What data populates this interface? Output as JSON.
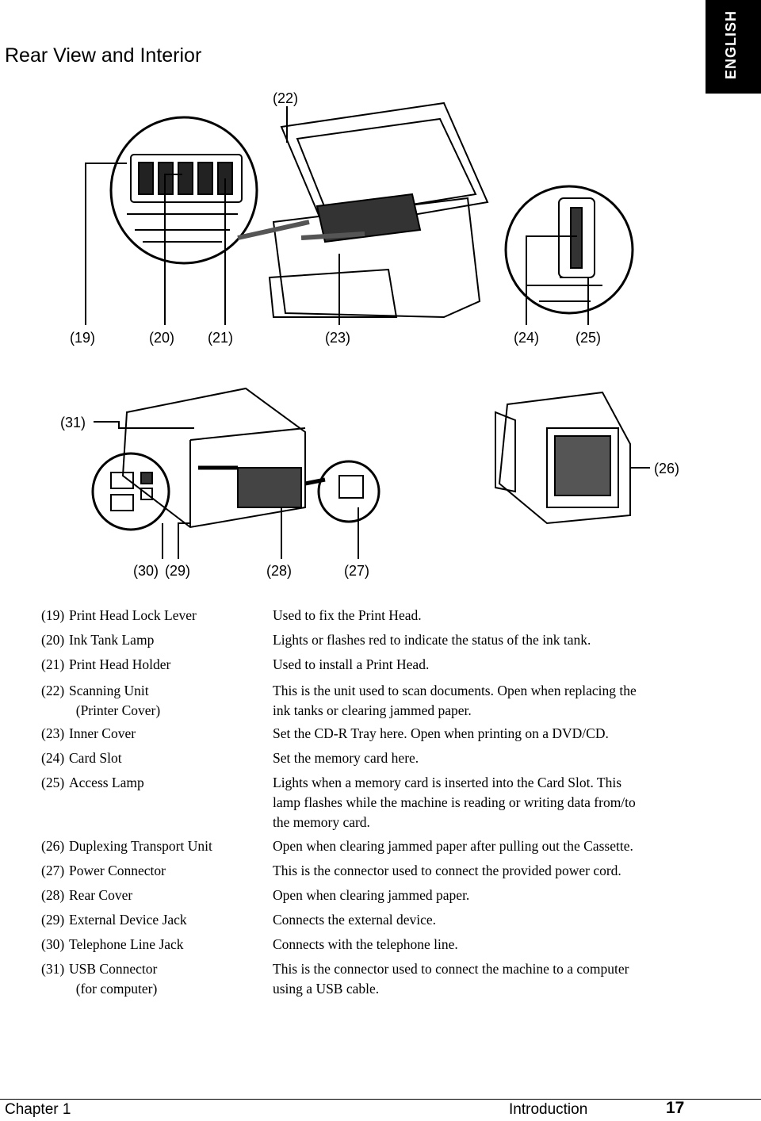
{
  "header": {
    "title": "Rear View and Interior",
    "language_tab": "ENGLISH"
  },
  "figure_top": {
    "callouts": [
      "(22)",
      "(19)",
      "(20)",
      "(21)",
      "(23)",
      "(24)",
      "(25)"
    ]
  },
  "figure_bottom": {
    "callouts": [
      "(31)",
      "(26)",
      "(30)",
      "(29)",
      "(28)",
      "(27)"
    ]
  },
  "parts": [
    {
      "num": "(19)",
      "name": "Print Head Lock Lever",
      "desc": "Used to fix the Print Head."
    },
    {
      "num": "(20)",
      "name": "Ink Tank Lamp",
      "desc": "Lights or flashes red to indicate the status of the ink tank."
    },
    {
      "num": "(21)",
      "name": "Print Head Holder",
      "desc": "Used to install a Print Head."
    },
    {
      "num": "(22)",
      "name": "Scanning Unit\n  (Printer Cover)",
      "desc": "This is the unit used to scan documents. Open when replacing the\nink tanks or clearing jammed paper."
    },
    {
      "num": "(23)",
      "name": "Inner Cover",
      "desc": "Set the CD-R Tray here. Open when printing on a DVD/CD."
    },
    {
      "num": "(24)",
      "name": "Card Slot",
      "desc": "Set the memory card here."
    },
    {
      "num": "(25)",
      "name": "Access Lamp",
      "desc": "Lights when a memory card is inserted into the Card Slot. This\nlamp flashes while the machine is reading or writing data from/to\nthe memory card."
    },
    {
      "num": "(26)",
      "name": "Duplexing Transport Unit",
      "desc": "Open when clearing jammed paper after pulling out the Cassette."
    },
    {
      "num": "(27)",
      "name": "Power Connector",
      "desc": "This is the connector used to connect the provided power cord."
    },
    {
      "num": "(28)",
      "name": "Rear Cover",
      "desc": "Open when clearing jammed paper."
    },
    {
      "num": "(29)",
      "name": "External Device Jack",
      "desc": "Connects the external device."
    },
    {
      "num": "(30)",
      "name": "Telephone Line Jack",
      "desc": "Connects with the telephone line."
    },
    {
      "num": "(31)",
      "name": "USB Connector\n  (for computer)",
      "desc": "This is the connector used to connect the machine to a computer\nusing a USB cable."
    }
  ],
  "footer": {
    "chapter": "Chapter 1",
    "section": "Introduction",
    "page": "17"
  }
}
